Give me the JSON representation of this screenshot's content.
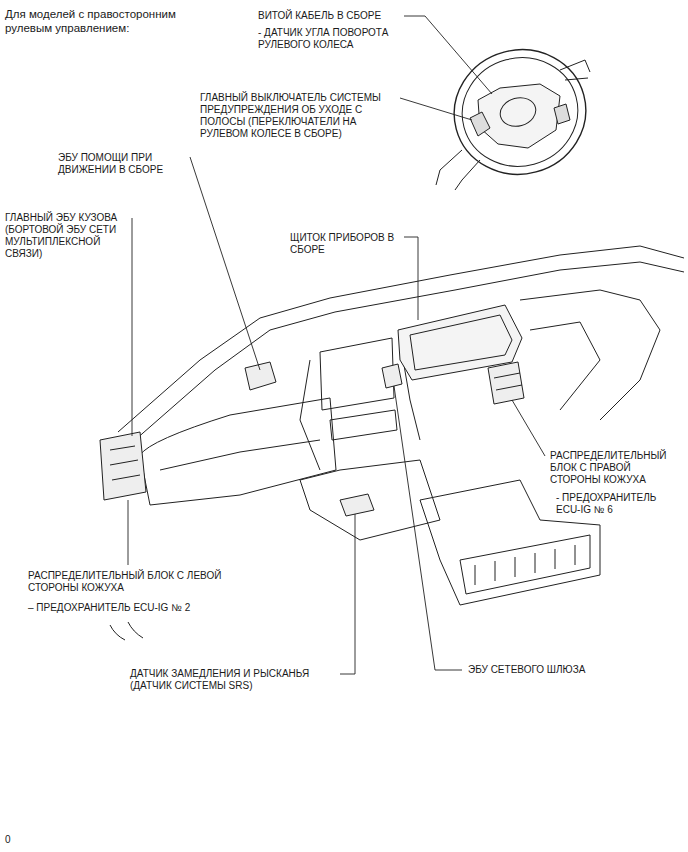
{
  "diagram": {
    "title": "Для моделей с правосторонним рулевым управлением:",
    "labels": [
      "ВИТОЙ КАБЕЛЬ В СБОРЕ",
      "- ДАТЧИК УГЛА ПОВОРОТА РУЛЕВОГО КОЛЕСА",
      "ГЛАВНЫЙ ВЫКЛЮЧАТЕЛЬ СИСТЕМЫ ПРЕДУПРЕЖДЕНИЯ ОБ УХОДЕ С ПОЛОСЫ (ПЕРЕКЛЮЧАТЕЛИ НА РУЛЕВОМ КОЛЕСЕ В СБОРЕ)",
      "ЭБУ ПОМОЩИ ПРИ ДВИЖЕНИИ В СБОРЕ",
      "ГЛАВНЫЙ ЭБУ КУЗОВА (БОРТОВОЙ ЭБУ СЕТИ МУЛЬТИПЛЕКСНОЙ СВЯЗИ)",
      "ЩИТОК ПРИБОРОВ В СБОРЕ",
      "РАСПРЕДЕЛИТЕЛЬНЫЙ БЛОК С ПРАВОЙ СТОРОНЫ КОЖУХА",
      "- ПРЕДОХРАНИТЕЛЬ ECU-IG № 6",
      "РАСПРЕДЕЛИТЕЛЬНЫЙ БЛОК С ЛЕВОЙ СТОРОНЫ КОЖУХА",
      "– ПРЕДОХРАНИТЕЛЬ ECU-IG № 2",
      "ДАТЧИК ЗАМЕДЛЕНИЯ И РЫСКАНЬЯ (ДАТЧИК СИСТЕМЫ SRS)",
      "ЭБУ СЕТЕВОГО ШЛЮЗА",
      "0"
    ]
  }
}
